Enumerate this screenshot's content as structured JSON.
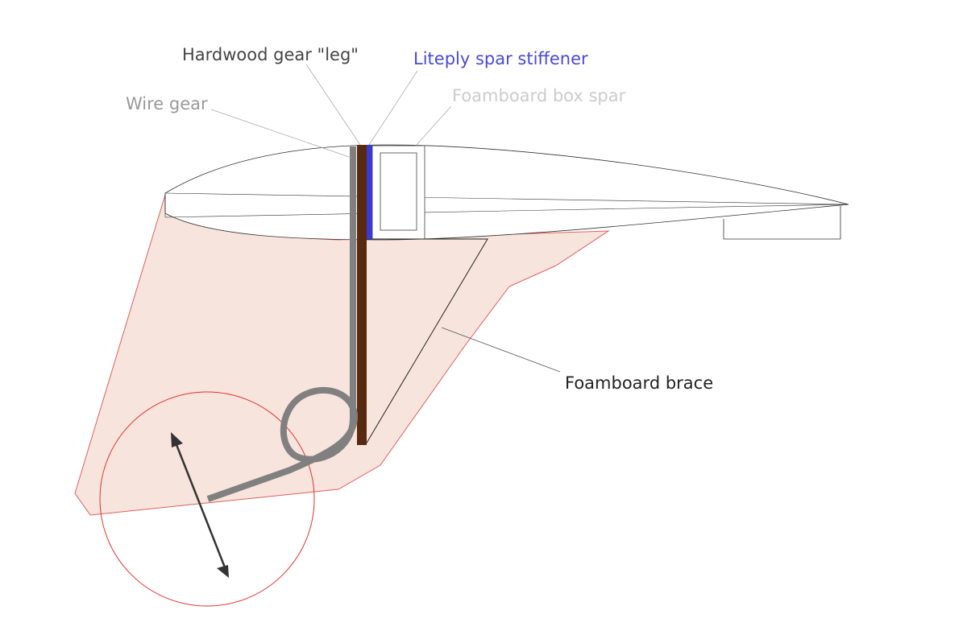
{
  "labels": {
    "hardwood_leg": "Hardwood gear \"leg\"",
    "liteply_stiffener": "Liteply spar stiffener",
    "wire_gear": "Wire gear",
    "foamboard_box_spar": "Foamboard box spar",
    "foamboard_brace": "Foamboard brace"
  },
  "colors": {
    "hardwood": "#5a2a10",
    "liteply": "#3a3ad0",
    "wire": "#808080",
    "fairing_fill": "#f7e4dc",
    "fairing_stroke": "#e06060",
    "wheel": "#e03030",
    "label_dark": "#444444",
    "label_blue": "#4a4ad8",
    "label_gray": "#999999",
    "label_light": "#cccccc",
    "label_brace": "#222222"
  }
}
